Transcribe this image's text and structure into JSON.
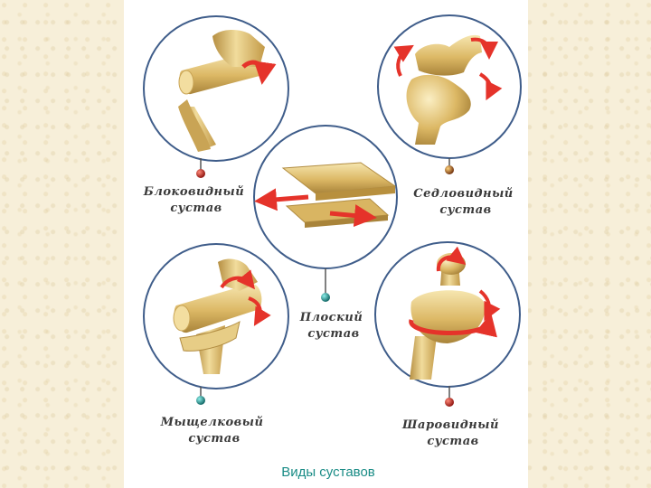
{
  "joints": [
    {
      "id": "hinge",
      "lines": [
        "Блоковидный",
        "сустав"
      ],
      "marker_color": "#b81d14"
    },
    {
      "id": "saddle",
      "lines": [
        "Седловидный",
        "сустав"
      ],
      "marker_color": "#d07c12"
    },
    {
      "id": "plane",
      "lines": [
        "Плоский",
        "сустав"
      ],
      "marker_color": "#1c9a99"
    },
    {
      "id": "condyloid",
      "lines": [
        "Мыщелковый",
        "сустав"
      ],
      "marker_color": "#1c9a99"
    },
    {
      "id": "ball",
      "lines": [
        "Шаровидный",
        "сустав"
      ],
      "marker_color": "#b81d14"
    }
  ],
  "caption": "Виды суставов",
  "colors": {
    "bone_light": "#f3dea0",
    "bone_mid": "#dcb865",
    "bone_dark": "#a9843a",
    "circle_outline": "#3f5d8a",
    "arrow_red": "#e5332a",
    "caption": "#1a8c86"
  }
}
